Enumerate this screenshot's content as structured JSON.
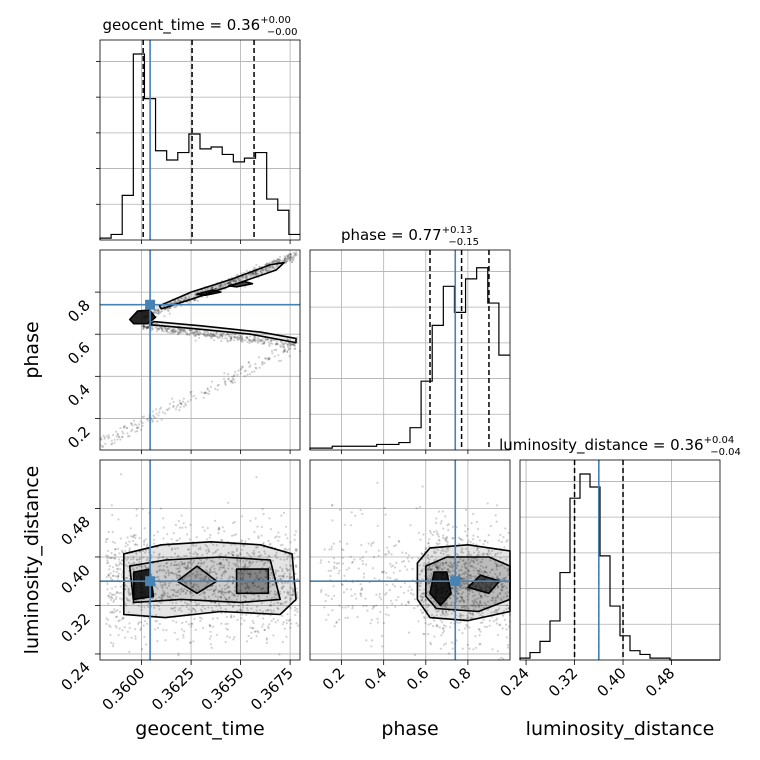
{
  "chart_data": {
    "type": "corner",
    "parameters": [
      "geocent_time",
      "phase",
      "luminosity_distance"
    ],
    "truths": {
      "geocent_time": 0.36043,
      "phase": 0.74,
      "luminosity_distance": 0.36
    },
    "titles": [
      {
        "text": "geocent_time = 0.36",
        "sup": "+0.00",
        "sub": "−0.00"
      },
      {
        "text": "phase = 0.77",
        "sup": "+0.13",
        "sub": "−0.15"
      },
      {
        "text": "luminosity_distance = 0.36",
        "sup": "+0.04",
        "sub": "−0.04"
      }
    ],
    "axis_labels": {
      "x": [
        "geocent_time",
        "phase",
        "luminosity_distance"
      ],
      "y": [
        "phase",
        "luminosity_distance"
      ]
    },
    "ranges": {
      "geocent_time": [
        0.3579,
        0.368
      ],
      "phase": [
        0.05,
        1.0
      ],
      "luminosity_distance": [
        0.23,
        0.56
      ]
    },
    "ticks": {
      "geocent_time": [
        0.36,
        0.3625,
        0.365,
        0.3675
      ],
      "phase_x": [
        0.2,
        0.4,
        0.6,
        0.8
      ],
      "phase_y": [
        0.2,
        0.4,
        0.6,
        0.8
      ],
      "luminosity_distance": [
        0.24,
        0.32,
        0.4,
        0.48
      ]
    },
    "tick_labels": {
      "geocent_time": [
        "0.3600",
        "0.3625",
        "0.3650",
        "0.3675"
      ],
      "phase_x": [
        "0.2",
        "0.4",
        "0.6",
        "0.8"
      ],
      "phase_y": [
        "0.2",
        "0.4",
        "0.6",
        "0.8"
      ],
      "luminosity_distance": [
        "0.24",
        "0.32",
        "0.40",
        "0.48"
      ]
    },
    "quantiles": {
      "geocent_time": [
        0.36008,
        0.36255,
        0.36568
      ],
      "phase": [
        0.62,
        0.77,
        0.9
      ],
      "luminosity_distance": [
        0.32,
        0.36,
        0.4
      ]
    },
    "histograms": {
      "geocent_time": [
        0.01,
        0.03,
        0.24,
        1.0,
        0.76,
        0.48,
        0.43,
        0.47,
        0.57,
        0.49,
        0.5,
        0.46,
        0.42,
        0.44,
        0.47,
        0.22,
        0.16,
        0.03
      ],
      "phase": [
        0.01,
        0.01,
        0.02,
        0.02,
        0.02,
        0.02,
        0.03,
        0.03,
        0.04,
        0.12,
        0.37,
        0.67,
        0.88,
        0.74,
        0.92,
        0.98,
        0.79,
        0.51
      ],
      "luminosity_distance": [
        0.01,
        0.04,
        0.1,
        0.21,
        0.47,
        0.87,
        1.0,
        0.93,
        0.56,
        0.29,
        0.13,
        0.05,
        0.03,
        0.01,
        0.01,
        0.0,
        0.0,
        0.0,
        0.0,
        0.0
      ]
    },
    "grid": true
  }
}
